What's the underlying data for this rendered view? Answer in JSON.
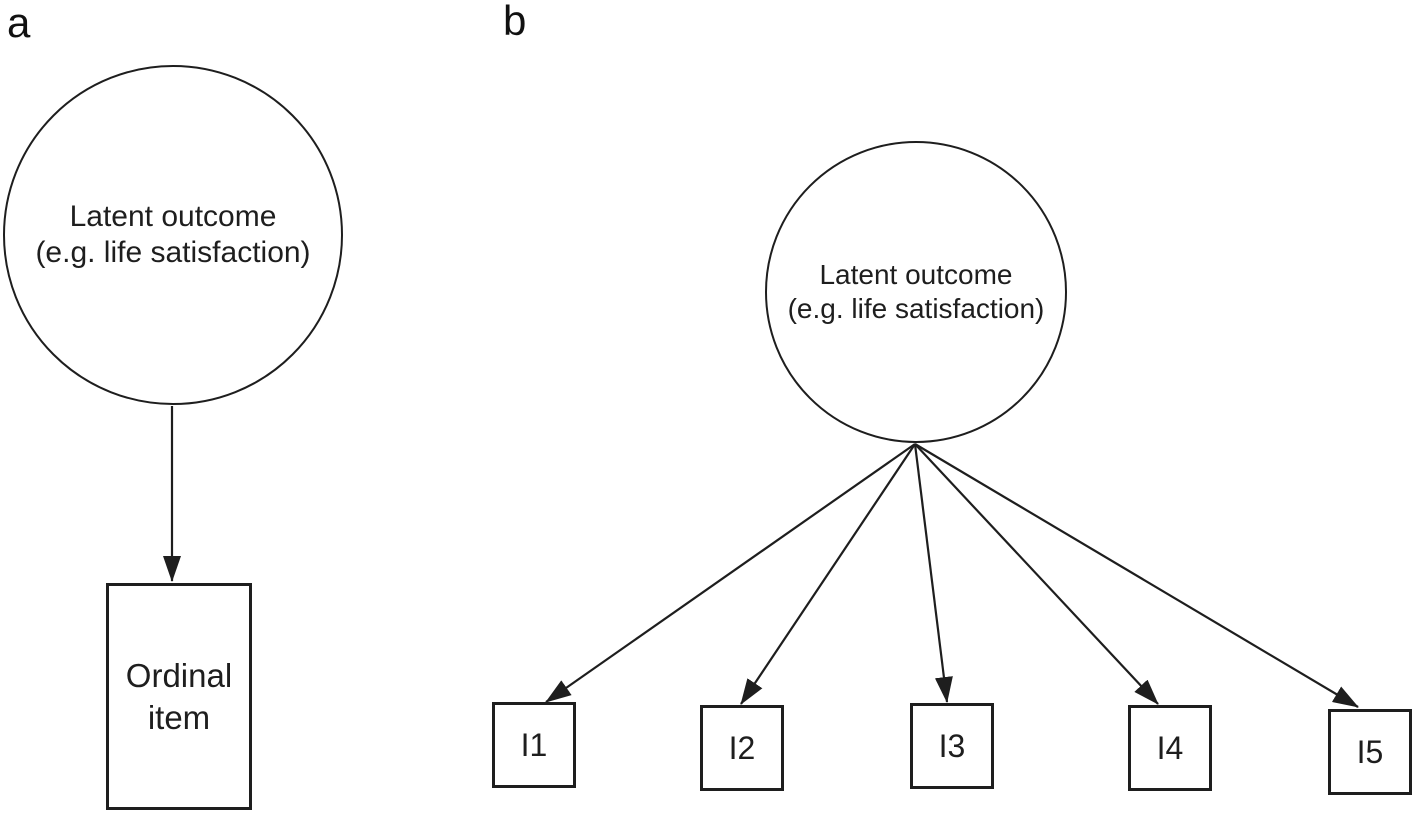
{
  "figure": {
    "background": "#ffffff",
    "ink_color": "#1e1e1e"
  },
  "panel_a": {
    "label": "a",
    "latent_node": {
      "line1": "Latent outcome",
      "line2": "(e.g. life satisfaction)"
    },
    "observed_node": {
      "label": "Ordinal item"
    },
    "edges": [
      {
        "from": "latent-outcome",
        "to": "ordinal-item",
        "style": "directed-arrow"
      }
    ]
  },
  "panel_b": {
    "label": "b",
    "latent_node": {
      "line1": "Latent outcome",
      "line2": "(e.g. life satisfaction)"
    },
    "items": [
      {
        "label": "I1"
      },
      {
        "label": "I2"
      },
      {
        "label": "I3"
      },
      {
        "label": "I4"
      },
      {
        "label": "I5"
      }
    ],
    "edges": [
      {
        "from": "latent-outcome",
        "to": "I1",
        "style": "directed-arrow"
      },
      {
        "from": "latent-outcome",
        "to": "I2",
        "style": "directed-arrow"
      },
      {
        "from": "latent-outcome",
        "to": "I3",
        "style": "directed-arrow"
      },
      {
        "from": "latent-outcome",
        "to": "I4",
        "style": "directed-arrow"
      },
      {
        "from": "latent-outcome",
        "to": "I5",
        "style": "directed-arrow"
      }
    ]
  }
}
